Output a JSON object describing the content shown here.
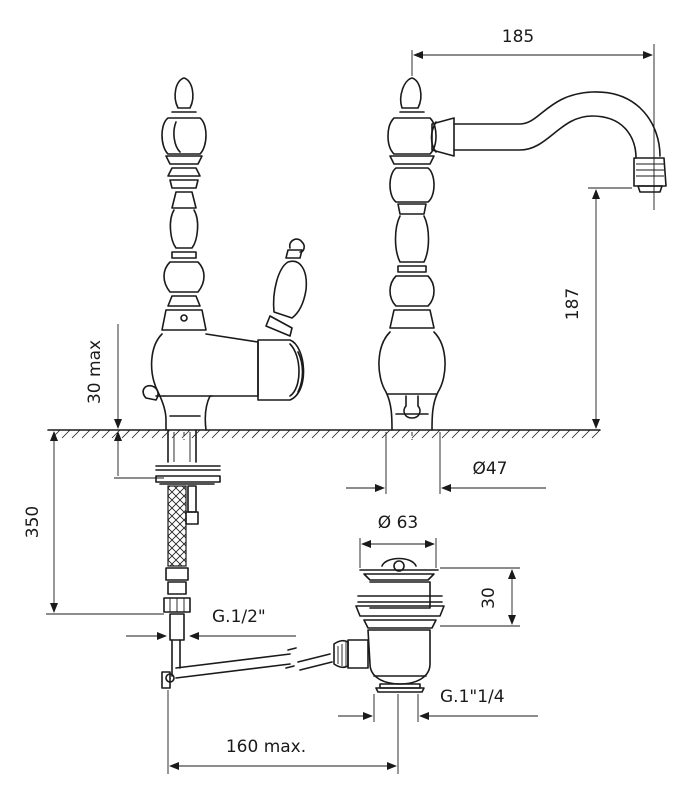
{
  "dimensions": {
    "spout_reach": "185",
    "spout_height": "187",
    "deck_thickness_max": "30 max",
    "hose_length": "350",
    "base_diameter": "Ø47",
    "waste_diameter": "Ø 63",
    "waste_plug_height": "30",
    "hose_connection": "G.1/2\"",
    "waste_connection": "G.1\"1/4",
    "rod_reach": "160 max."
  }
}
